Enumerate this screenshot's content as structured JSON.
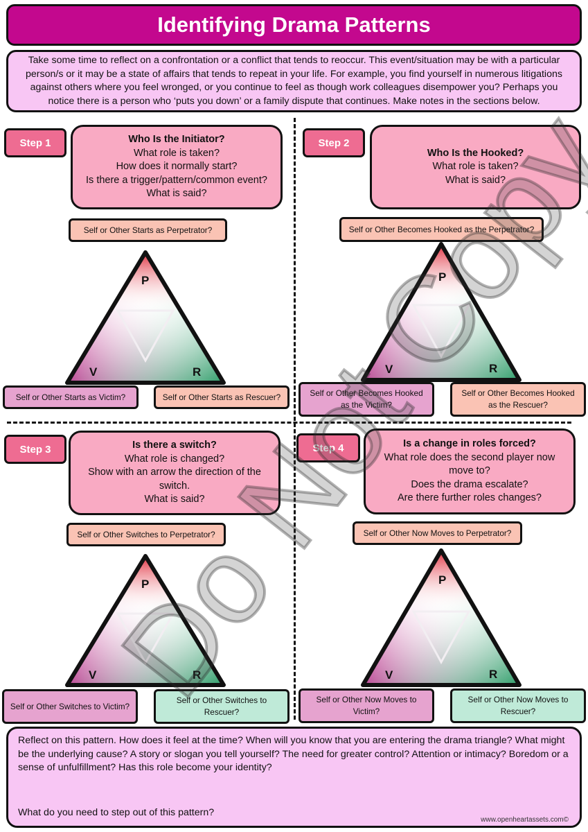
{
  "title": "Identifying Drama Patterns",
  "intro": "Take some time to reflect on a confrontation or a conflict that tends to reoccur. This event/situation may be with a particular person/s or it may be a state of affairs that tends to repeat in your life. For example, you find yourself in numerous litigations against others where you feel wronged, or you continue to feel as though work colleagues disempower you? Perhaps you notice there is a person who ‘puts you down’ or a family dispute that continues. Make notes in the sections below.",
  "colors": {
    "title_bg": "#c3088e",
    "intro_bg": "#f8c6f4",
    "step_label_bg": "#ee6c92",
    "question_bg": "#f9aac3",
    "perpetrator_red": "#e0303f",
    "victim_magenta": "#b5157e",
    "rescuer_green": "#2f9e6a"
  },
  "triangle_labels": {
    "p": "P",
    "v": "V",
    "r": "R"
  },
  "steps": [
    {
      "label": "Step 1",
      "question_title": "Who Is the Initiator?",
      "lines": [
        "What role is taken?",
        "How does it normally start?",
        "Is there a trigger/pattern/common event?",
        "What is said?"
      ],
      "perpetrator": "Self or Other Starts as Perpetrator?",
      "victim": "Self or Other Starts as Victim?",
      "rescuer": "Self or Other Starts as Rescuer?"
    },
    {
      "label": "Step 2",
      "question_title": "Who Is the Hooked?",
      "lines": [
        "What role is taken?",
        "What is said?"
      ],
      "perpetrator": "Self or Other Becomes Hooked as the Perpetrator?",
      "victim": "Self or Other Becomes Hooked as the Victim?",
      "rescuer": "Self or Other Becomes Hooked as the Rescuer?"
    },
    {
      "label": "Step 3",
      "question_title": "Is there a switch?",
      "lines": [
        "What role is changed?",
        "Show with an arrow the direction of the switch.",
        "What is said?"
      ],
      "perpetrator": "Self or Other Switches to Perpetrator?",
      "victim": "Self or Other Switches to Victim?",
      "rescuer": "Self or Other Switches to Rescuer?"
    },
    {
      "label": "Step 4",
      "question_title": "Is a change in roles forced?",
      "lines": [
        "What role does the second player now move to?",
        "Does the drama escalate?",
        "Are there further roles changes?"
      ],
      "perpetrator": "Self or Other Now Moves to Perpetrator?",
      "victim": "Self or Other Now Moves to Victim?",
      "rescuer": "Self or Other Now Moves to Rescuer?"
    }
  ],
  "reflect": {
    "text": "Reflect on this pattern. How does it feel at the time? When will you know that you are entering the drama triangle? What might be the underlying cause? A story or slogan you tell yourself? The need for greater control? Attention or intimacy? Boredom or a sense of unfulfillment? Has this role become your identity?",
    "question": "What do you need to step out of this pattern?",
    "website": "www.openheartassets.com©"
  },
  "watermark": "Do Not Copy"
}
